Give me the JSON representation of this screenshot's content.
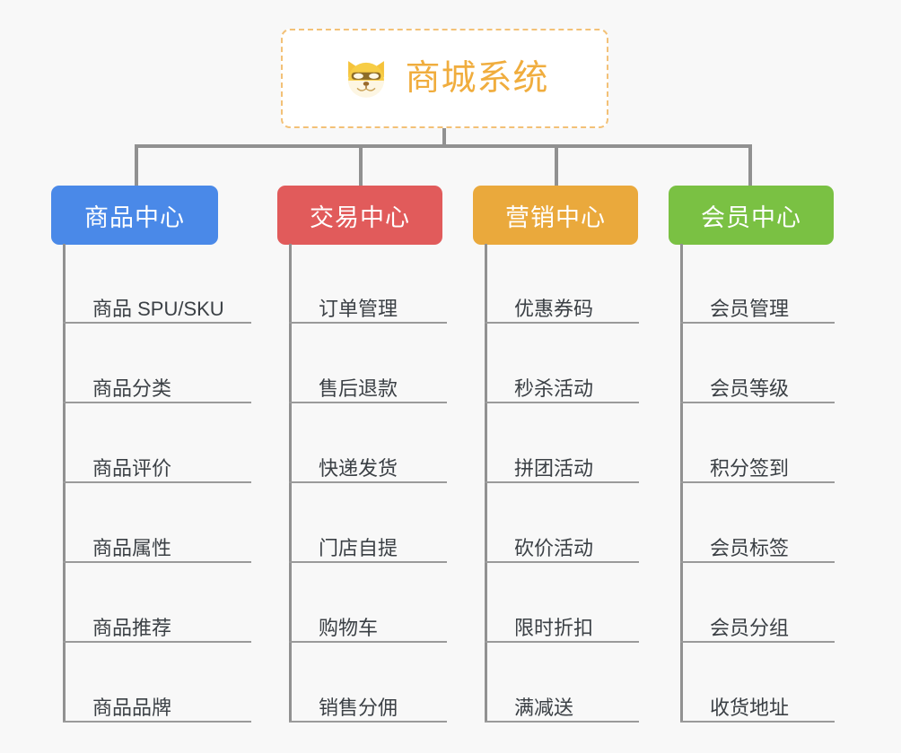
{
  "page": {
    "background_color": "#f8f8f8",
    "type": "organization-mindmap"
  },
  "root": {
    "title": "商城系统",
    "icon": "dog-face-emoji",
    "text_color": "#f0ad3e",
    "border_color": "#f3c177",
    "background_color": "#ffffff"
  },
  "columns": [
    {
      "header": "商品中心",
      "color": "#4a89e8",
      "items": [
        "商品 SPU/SKU",
        "商品分类",
        "商品评价",
        "商品属性",
        "商品推荐",
        "商品品牌"
      ]
    },
    {
      "header": "交易中心",
      "color": "#e15b5b",
      "items": [
        "订单管理",
        "售后退款",
        "快递发货",
        "门店自提",
        "购物车",
        "销售分佣"
      ]
    },
    {
      "header": "营销中心",
      "color": "#eaa93c",
      "items": [
        "优惠券码",
        "秒杀活动",
        "拼团活动",
        "砍价活动",
        "限时折扣",
        "满减送"
      ]
    },
    {
      "header": "会员中心",
      "color": "#7ac143",
      "items": [
        "会员管理",
        "会员等级",
        "积分签到",
        "会员标签",
        "会员分组",
        "收货地址"
      ]
    }
  ],
  "connector": {
    "color": "#919191"
  }
}
